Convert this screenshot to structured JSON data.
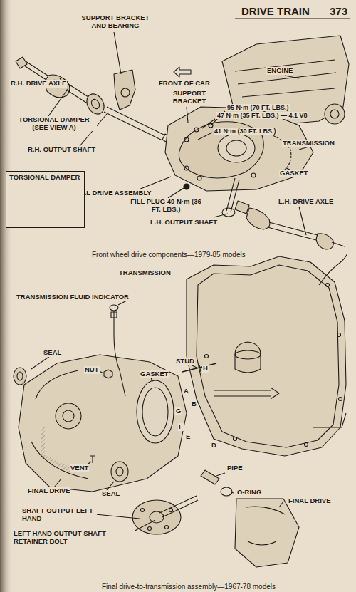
{
  "diagram": {
    "nodes": [
      {
        "text": [
          "TORSIONAL DAMPER"
        ]
      }
    ],
    "edges": [],
    "labels": [
      "DRIVE TRAIN",
      "373",
      "R.H. DRIVE AXLE",
      "SUPPORT BRACKET AND BEARING",
      "ENGINE",
      "FRONT OF CAR",
      "SUPPORT BRACKET",
      "95 N·m (70 FT. LBS.)",
      "47 N·m (35 FT. LBS.) — 4.1 V8",
      "41 N·m (30 FT. LBS.)",
      "TORSIONAL DAMPER (SEE VIEW A)",
      "TRANSMISSION",
      "R.H. OUTPUT SHAFT",
      "GASKET",
      "FINAL DRIVE ASSEMBLY",
      "FILL PLUG 49 N·m (36 FT. LBS.)",
      "L.H. OUTPUT SHAFT",
      "L.H. DRIVE AXLE",
      "Front wheel drive components—1979-85 models",
      "TRANSMISSION",
      "TRANSMISSION FLUID INDICATOR",
      "SEAL",
      "NUT",
      "GASKET",
      "STUD",
      "H",
      "A",
      "B",
      "G",
      "F",
      "E",
      "D",
      "VENT",
      "FINAL DRIVE",
      "SEAL",
      "SHAFT OUTPUT LEFT HAND",
      "LEFT HAND OUTPUT SHAFT RETAINER BOLT",
      "PIPE",
      "O-RING",
      "FINAL DRIVE",
      "Final drive-to-transmission assembly—1967-78 models"
    ]
  }
}
